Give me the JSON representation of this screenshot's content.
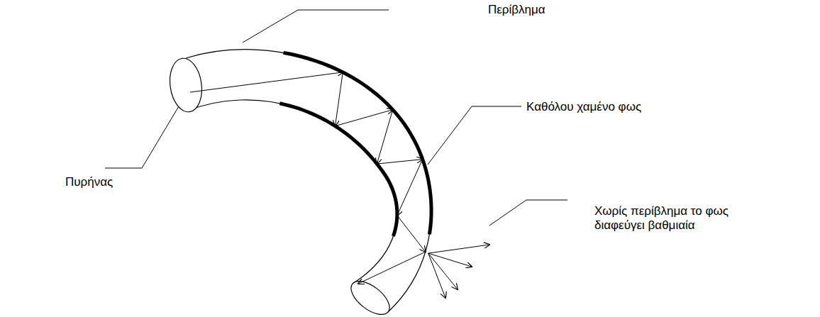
{
  "diagram": {
    "labels": [
      "Περίβλημα",
      "Καθόλου χαμένο φως",
      "Πυρήνας",
      "Χωρίς περίβλημα το φως διαφεύγει βαθμιαία"
    ]
  }
}
